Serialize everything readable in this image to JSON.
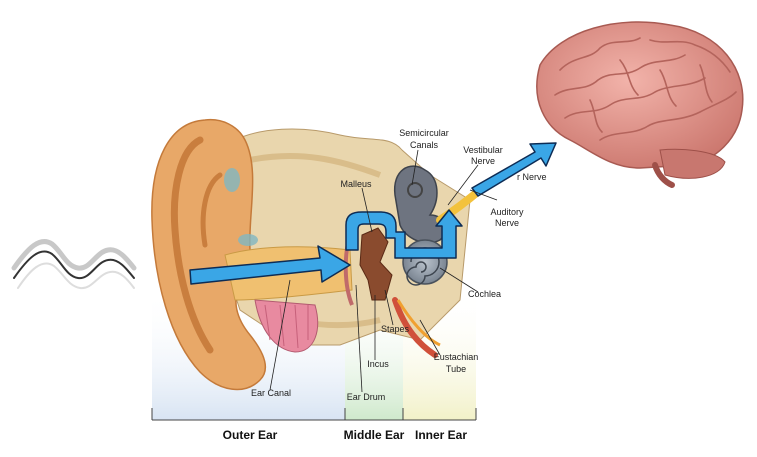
{
  "labels": {
    "semicircular_canals": [
      "Semicircular",
      "Canals"
    ],
    "vestibular_nerve": [
      "Vestibular",
      "Nerve"
    ],
    "nerve_partial": "r Nerve",
    "auditory_nerve": [
      "Auditory",
      "Nerve"
    ],
    "malleus": "Malleus",
    "cochlea": "Cochlea",
    "stapes": "Stapes",
    "incus": "Incus",
    "eustachian_tube": [
      "Eustachian",
      "Tube"
    ],
    "ear_canal": "Ear Canal",
    "ear_drum": "Ear Drum"
  },
  "sections": {
    "outer": "Outer Ear",
    "middle": "Middle Ear",
    "inner": "Inner Ear"
  },
  "colors": {
    "arrow_fill": "#3aa6e6",
    "arrow_stroke": "#0d2c55",
    "skin": "#e8a868",
    "skin_shadow": "#c97e3e",
    "bone": "#e8d4a8",
    "brain": "#e49a92",
    "outer_zone": "#dfe8f4",
    "middle_zone": "#dcefd8",
    "inner_zone": "#f5f4d4"
  }
}
